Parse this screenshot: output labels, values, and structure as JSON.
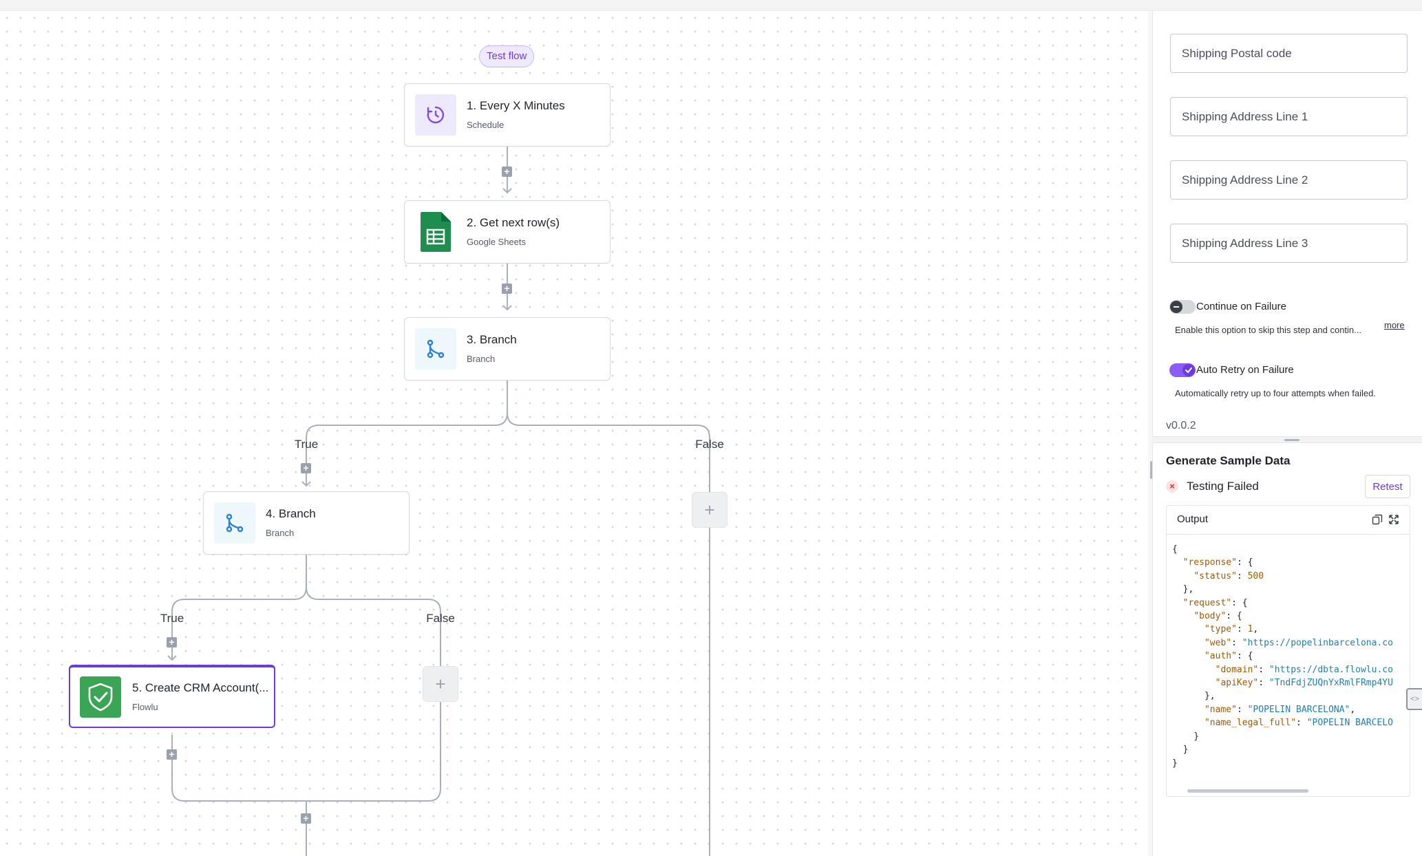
{
  "canvas": {
    "test_flow_label": "Test flow",
    "steps": [
      {
        "title": "1. Every X Minutes",
        "subtitle": "Schedule",
        "icon": "schedule-icon"
      },
      {
        "title": "2. Get next row(s)",
        "subtitle": "Google Sheets",
        "icon": "google-sheets-icon"
      },
      {
        "title": "3. Branch",
        "subtitle": "Branch",
        "icon": "branch-icon"
      },
      {
        "title": "4. Branch",
        "subtitle": "Branch",
        "icon": "branch-icon"
      },
      {
        "title": "5. Create CRM Account(...",
        "subtitle": "Flowlu",
        "icon": "flowlu-icon"
      }
    ],
    "branch_labels": {
      "true": "True",
      "false": "False"
    },
    "add_symbol": "+"
  },
  "panel": {
    "fields": [
      {
        "placeholder": "Shipping Postal code"
      },
      {
        "placeholder": "Shipping Address Line 1"
      },
      {
        "placeholder": "Shipping Address Line 2"
      },
      {
        "placeholder": "Shipping Address Line 3"
      }
    ],
    "continue_on_failure": {
      "label": "Continue on Failure",
      "help": "Enable this option to skip this step and contin...",
      "more": "more",
      "enabled": false
    },
    "auto_retry": {
      "label": "Auto Retry on Failure",
      "help": "Automatically retry up to four attempts when failed.",
      "enabled": true
    },
    "version": "v0.0.2",
    "sample": {
      "title": "Generate Sample Data",
      "status": "Testing Failed",
      "retest_label": "Retest",
      "output_label": "Output"
    }
  },
  "colors": {
    "accent": "#6d3bd8",
    "toggle_on": "#8b5cf6",
    "sheets_green": "#1e8e4e",
    "flowlu_green": "#3aa655",
    "error_red": "#d92d2d"
  }
}
